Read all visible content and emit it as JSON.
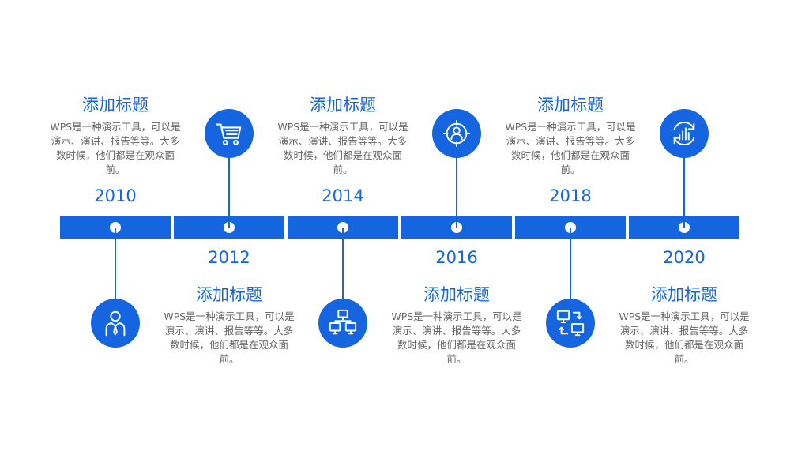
{
  "colors": {
    "accent": "#1565e0",
    "text_gray": "#666666",
    "background": "#ffffff"
  },
  "milestones": [
    {
      "year": "2010",
      "title": "添加标题",
      "desc": "WPS是一种演示工具，可以是演示、演讲、报告等等。大多数时候，他们都是在观众面前。",
      "icon": "person-tie-icon",
      "text_position": "above"
    },
    {
      "year": "2012",
      "title": "添加标题",
      "desc": "WPS是一种演示工具，可以是演示、演讲、报告等等。大多数时候，他们都是在观众面前。",
      "icon": "shopping-cart-icon",
      "text_position": "below"
    },
    {
      "year": "2014",
      "title": "添加标题",
      "desc": "WPS是一种演示工具，可以是演示、演讲、报告等等。大多数时候，他们都是在观众面前。",
      "icon": "network-computers-icon",
      "text_position": "above"
    },
    {
      "year": "2016",
      "title": "添加标题",
      "desc": "WPS是一种演示工具，可以是演示、演讲、报告等等。大多数时候，他们都是在观众面前。",
      "icon": "user-target-icon",
      "text_position": "below"
    },
    {
      "year": "2018",
      "title": "添加标题",
      "desc": "WPS是一种演示工具，可以是演示、演讲、报告等等。大多数时候，他们都是在观众面前。",
      "icon": "computer-sync-icon",
      "text_position": "above"
    },
    {
      "year": "2020",
      "title": "添加标题",
      "desc": "WPS是一种演示工具，可以是演示、演讲、报告等等。大多数时候，他们都是在观众面前。",
      "icon": "chart-refresh-icon",
      "text_position": "below"
    }
  ]
}
